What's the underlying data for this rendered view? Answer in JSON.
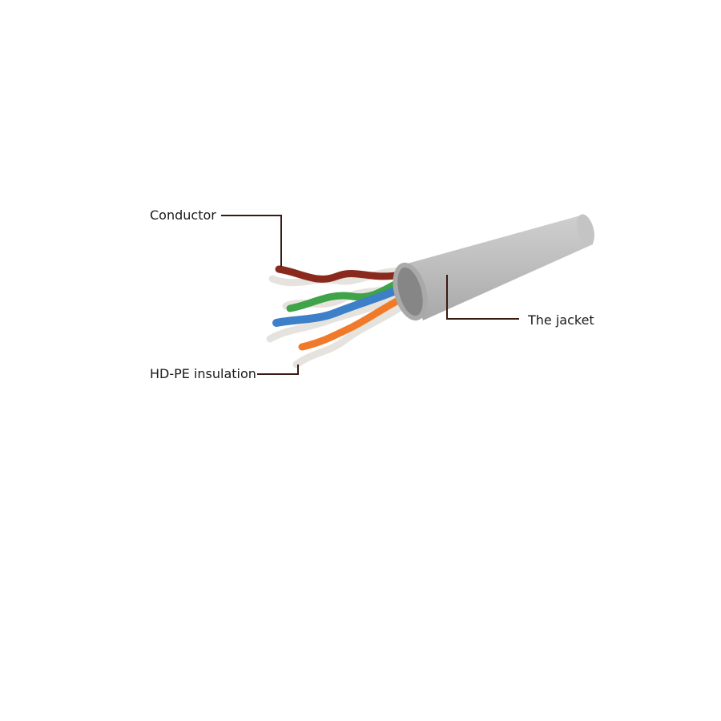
{
  "diagram": {
    "labels": {
      "conductor": "Conductor",
      "jacket": "The jacket",
      "insulation": "HD-PE insulation"
    },
    "colors": {
      "jacket": "#b9b9b9",
      "leader": "#3a1a12",
      "brown": "#8a2a1e",
      "green": "#3fa34a",
      "blue": "#3d7fc8",
      "orange": "#f07a2a",
      "white": "#e6e3df"
    }
  }
}
